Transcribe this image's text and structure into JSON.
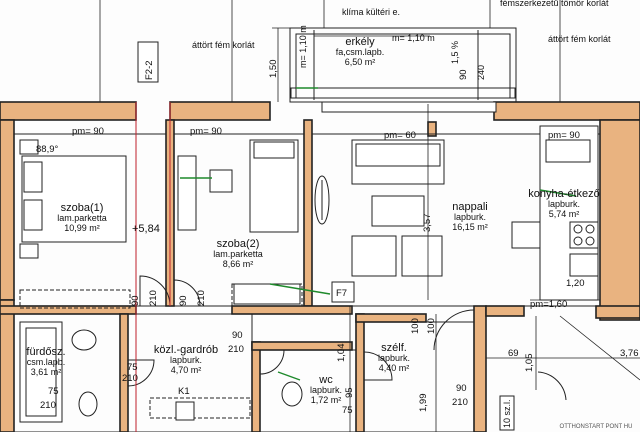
{
  "colors": {
    "wall": "#e9b380",
    "line": "#222222",
    "red": "#c0202a",
    "green": "#1f8a2c"
  },
  "rooms": [
    {
      "name": "szoba(1)",
      "floor": "lam.parketta",
      "area": "10,99 m²"
    },
    {
      "name": "szoba(2)",
      "floor": "lam.parketta",
      "area": "8,66 m²"
    },
    {
      "name": "nappali",
      "floor": "lapburk.",
      "area": "16,15 m²"
    },
    {
      "name": "konyha-étkező",
      "floor": "lapburk.",
      "area": "5,74 m²"
    },
    {
      "name": "erkély",
      "floor": "fa,csm.lapb.",
      "area": "6,50 m²"
    },
    {
      "name": "közl.-gardrób",
      "floor": "lapburk.",
      "area": "4,70 m²"
    },
    {
      "name": "fürdősz.",
      "floor": "csm.lapb.",
      "area": "3,61 m²"
    },
    {
      "name": "wc",
      "floor": "lapburk.",
      "area": "1,72 m²"
    },
    {
      "name": "szélf.",
      "floor": "lapburk.",
      "area": "4,40 m²"
    }
  ],
  "notes": {
    "klima": "klíma kültéri e.",
    "fems": "fémszerkezetű tömör korlát",
    "attort_left": "áttört fém korlát",
    "attort_right": "áttört fém korlát",
    "m_erkely": "m= 1,10 m",
    "slope": "1,5 %",
    "h240": "240",
    "m_vert": "m= 1,10 m"
  },
  "tags": {
    "f22": "F2-2",
    "f7": "F7",
    "k1": "K1",
    "sz": "10 sz.l.",
    "level": "+5,84",
    "angle": "88,9°"
  },
  "pm": {
    "a": "pm= 90",
    "b": "pm= 90",
    "c": "pm= 60",
    "d": "pm= 90",
    "e": "pm=1,60"
  },
  "dims": {
    "d150": "1,50",
    "d90erk": "90",
    "d90a": "90",
    "d210a": "210",
    "d90b": "90",
    "d210b": "210",
    "d90c": "90",
    "d210c": "210",
    "d75a": "75",
    "d210d": "210",
    "d75b": "75",
    "d210e": "210",
    "d104": "1,04",
    "d199": "1,99",
    "d100a": "100",
    "d100b": "100",
    "d90d": "90",
    "d210f": "210",
    "d69": "69",
    "d105": "1,05",
    "d120": "1,20",
    "d376": "3,76",
    "d357": "3,57",
    "d95": "95",
    "d75c": "75"
  },
  "watermark": "OTTHONSTART PONT HU"
}
